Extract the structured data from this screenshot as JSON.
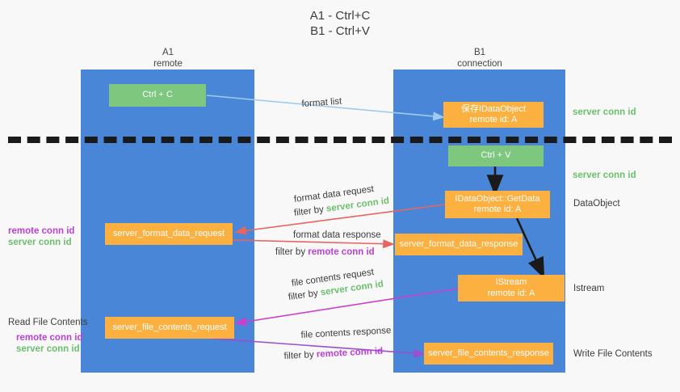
{
  "title": {
    "line1": "A1 - Ctrl+C",
    "line2": "B1 - Ctrl+V"
  },
  "lanes": [
    {
      "id": "a1",
      "name": "A1",
      "role": "remote",
      "color": "#4a86d8"
    },
    {
      "id": "b1",
      "name": "B1",
      "role": "connection",
      "color": "#4a86d8"
    }
  ],
  "colors": {
    "lane": "#4a86d8",
    "green_box": "#7ec77e",
    "orange_box": "#fcb040",
    "server_conn_id": "#6cbf6c",
    "remote_conn_id": "#bb3fd4",
    "arrow_blue": "#9ecbf0",
    "arrow_red": "#e8655f",
    "arrow_magenta": "#cc3fcc",
    "arrow_purple": "#9b4fd0",
    "arrow_black": "#1a1a1a",
    "divider": "#1a1a1a",
    "background": "#f8f8f8"
  },
  "boxes": [
    {
      "key": "ctrl_c",
      "lane": "a1",
      "style": "green",
      "line1": "Ctrl + C",
      "line2": ""
    },
    {
      "key": "save_idataobject",
      "lane": "b1",
      "style": "orange",
      "line1": "保存IDataObject",
      "line2": "remote id: A"
    },
    {
      "key": "ctrl_v",
      "lane": "b1",
      "style": "green",
      "line1": "Ctrl + V",
      "line2": ""
    },
    {
      "key": "getdata",
      "lane": "b1",
      "style": "orange",
      "line1": "IDataObject::GetData",
      "line2": "remote id: A"
    },
    {
      "key": "fmt_req",
      "lane": "a1",
      "style": "orange",
      "line1": "server_format_data_request",
      "line2": ""
    },
    {
      "key": "fmt_resp",
      "lane": "b1",
      "style": "orange",
      "line1": "server_format_data_response",
      "line2": ""
    },
    {
      "key": "istream",
      "lane": "b1",
      "style": "orange",
      "line1": "IStream",
      "line2": "remote id: A"
    },
    {
      "key": "file_req",
      "lane": "a1",
      "style": "orange",
      "line1": "server_file_contents_request",
      "line2": ""
    },
    {
      "key": "file_resp",
      "lane": "b1",
      "style": "orange",
      "line1": "server_file_contents_response",
      "line2": ""
    }
  ],
  "edge_labels": {
    "format_list": "format list",
    "format_data_request": "format data request",
    "format_data_request_filter_prefix": "filter by ",
    "format_data_request_filter_value": "server conn id",
    "format_data_response": "format data response",
    "format_data_response_filter_prefix": "filter by ",
    "format_data_response_filter_value": "remote conn id",
    "file_contents_request": "file contents request",
    "file_contents_request_filter_prefix": "filter by ",
    "file_contents_request_filter_value": "server conn id",
    "file_contents_response": "file contents response",
    "file_contents_response_filter_prefix": "filter by ",
    "file_contents_response_filter_value": "remote conn id"
  },
  "right_annotations": [
    {
      "key": "server_conn_id_top",
      "text": "server conn id",
      "kind": "server"
    },
    {
      "key": "server_conn_id_mid",
      "text": "server conn id",
      "kind": "server"
    },
    {
      "key": "data_object",
      "text": "DataObject",
      "kind": "plain"
    },
    {
      "key": "istream",
      "text": "Istream",
      "kind": "plain"
    },
    {
      "key": "write_file_contents",
      "text": "Write File Contents",
      "kind": "plain"
    }
  ],
  "left_annotations": [
    {
      "key": "fmt_remote",
      "text": "remote conn id",
      "kind": "remote"
    },
    {
      "key": "fmt_server",
      "text": "server conn id",
      "kind": "server"
    },
    {
      "key": "read_file_contents",
      "text": "Read File Contents",
      "kind": "plain"
    },
    {
      "key": "file_remote",
      "text": "remote conn id",
      "kind": "remote"
    },
    {
      "key": "file_server",
      "text": "server conn id",
      "kind": "server"
    }
  ]
}
